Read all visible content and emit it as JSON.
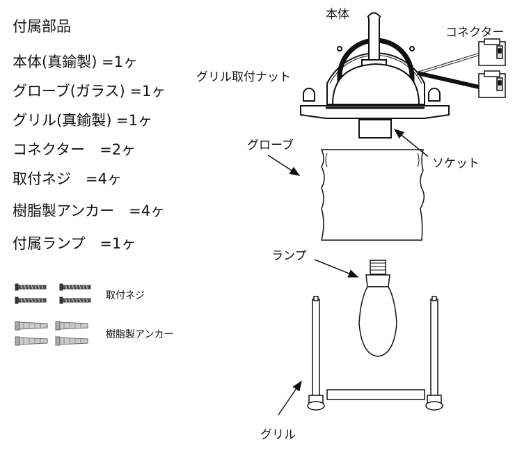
{
  "parts_list": {
    "title": "付属部品",
    "items": [
      "本体(真鍮製) =1ヶ",
      "グローブ(ガラス) =1ヶ",
      "グリル(真鍮製) =1ヶ",
      "コネクター　=2ヶ",
      "取付ネジ　=4ヶ",
      "樹脂製アンカー　=4ヶ",
      "付属ランプ　=1ヶ"
    ]
  },
  "hardware": {
    "screws_label": "取付ネジ",
    "anchors_label": "樹脂製アンカー"
  },
  "diagram_labels": {
    "body": "本体",
    "connector": "コネクター",
    "grill_nut": "グリル取付ナット",
    "socket": "ソケット",
    "globe": "グローブ",
    "lamp": "ランプ",
    "grill": "グリル"
  }
}
